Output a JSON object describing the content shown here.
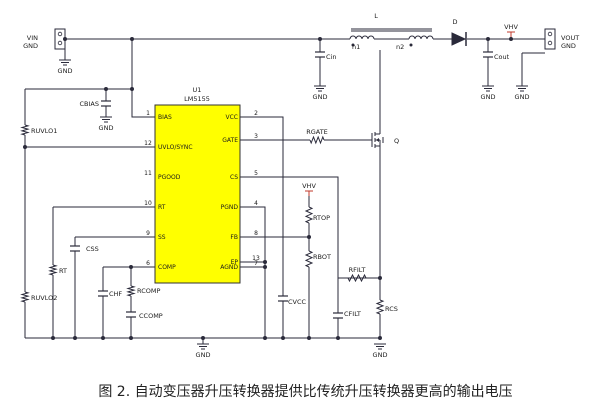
{
  "caption": "图 2. 自动变压器升压转换器提供比传统升压转换器更高的输出电压",
  "connectors": {
    "input": {
      "line1": "VIN",
      "line2": "GND"
    },
    "output": {
      "line1": "VOUT",
      "line2": "GND"
    }
  },
  "ground_label": "GND",
  "vhv_label": "VHV",
  "ic": {
    "designator": "U1",
    "part": "LM5155",
    "left_pins": [
      {
        "num": "1",
        "name": "BIAS"
      },
      {
        "num": "12",
        "name": "UVLO/SYNC"
      },
      {
        "num": "11",
        "name": "PGOOD"
      },
      {
        "num": "10",
        "name": "RT"
      },
      {
        "num": "9",
        "name": "SS"
      },
      {
        "num": "6",
        "name": "COMP"
      }
    ],
    "right_pins": [
      {
        "num": "2",
        "name": "VCC"
      },
      {
        "num": "3",
        "name": "GATE"
      },
      {
        "num": "5",
        "name": "CS"
      },
      {
        "num": "4",
        "name": "PGND"
      },
      {
        "num": "8",
        "name": "FB"
      },
      {
        "num": "13",
        "name": "EP"
      },
      {
        "num": "7",
        "name": "AGND"
      }
    ]
  },
  "components": {
    "inductor": "L",
    "n1": "n1",
    "n2": "n2",
    "diode": "D",
    "cin": "Cin",
    "cout": "Cout",
    "cbias": "CBIAS",
    "ruvlo1": "RUVLO1",
    "ruvlo2": "RUVLO2",
    "rt": "RT",
    "css": "CSS",
    "chf": "CHF",
    "rcomp": "RCOMP",
    "ccomp": "CCOMP",
    "rgate": "RGATE",
    "q": "Q",
    "rtop": "RTOP",
    "rbot": "RBOT",
    "cvcc": "CVCC",
    "rfilt": "RFILT",
    "cfilt": "CFILT",
    "rcs": "RCS"
  },
  "colors": {
    "wire": "#2a2a3a",
    "ic_fill": "#ffff00",
    "ic_stroke": "#333333",
    "vhv": "#c0392b"
  }
}
